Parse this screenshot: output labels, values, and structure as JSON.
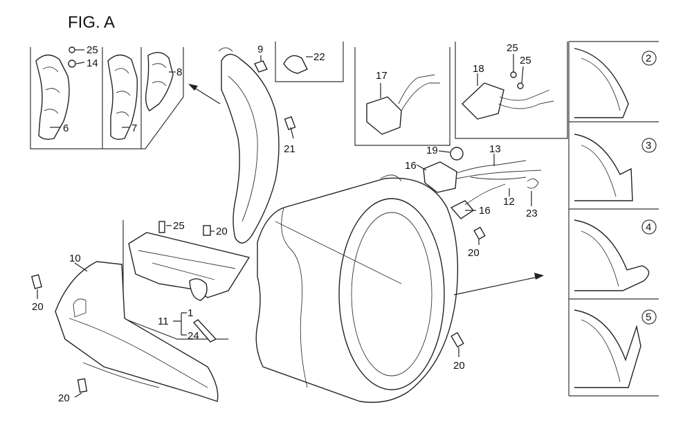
{
  "figure_title": "FIG. A",
  "labels": {
    "l_25a": "25",
    "l_14": "14",
    "l_6": "6",
    "l_7": "7",
    "l_8": "8",
    "l_9": "9",
    "l_22": "22",
    "l_21": "21",
    "l_17": "17",
    "l_18": "18",
    "l_25b": "25",
    "l_25c": "25",
    "l_19": "19",
    "l_16a": "16",
    "l_13": "13",
    "l_16b": "16",
    "l_12": "12",
    "l_23": "23",
    "l_20a": "20",
    "l_25d": "25",
    "l_20b": "20",
    "l_10": "10",
    "l_20c": "20",
    "l_11": "11",
    "l_1": "1",
    "l_24": "24",
    "l_20d": "20",
    "l_20e": "20"
  },
  "details": {
    "d2": "2",
    "d3": "3",
    "d4": "4",
    "d5": "5"
  }
}
